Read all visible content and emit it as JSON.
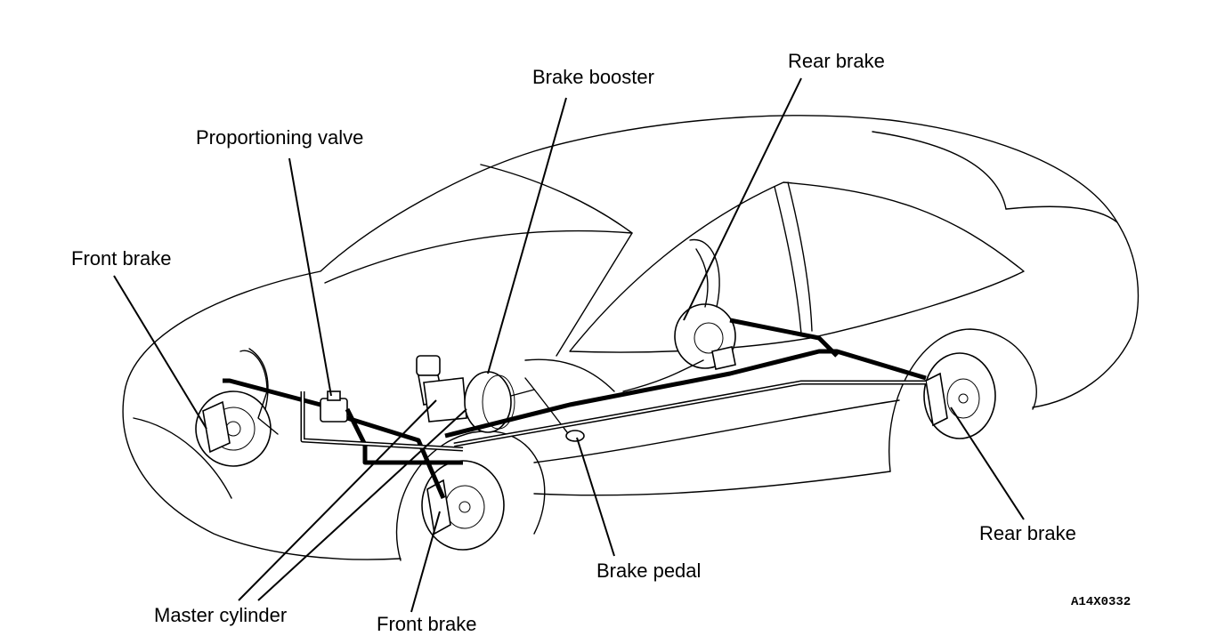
{
  "labels": {
    "brake_booster": "Brake booster",
    "rear_brake_top": "Rear brake",
    "proportioning_valve": "Proportioning valve",
    "front_brake_left": "Front brake",
    "rear_brake_right": "Rear brake",
    "brake_pedal": "Brake pedal",
    "master_cylinder": "Master cylinder",
    "front_brake_bottom": "Front brake"
  },
  "figure_code": "A14X0332"
}
